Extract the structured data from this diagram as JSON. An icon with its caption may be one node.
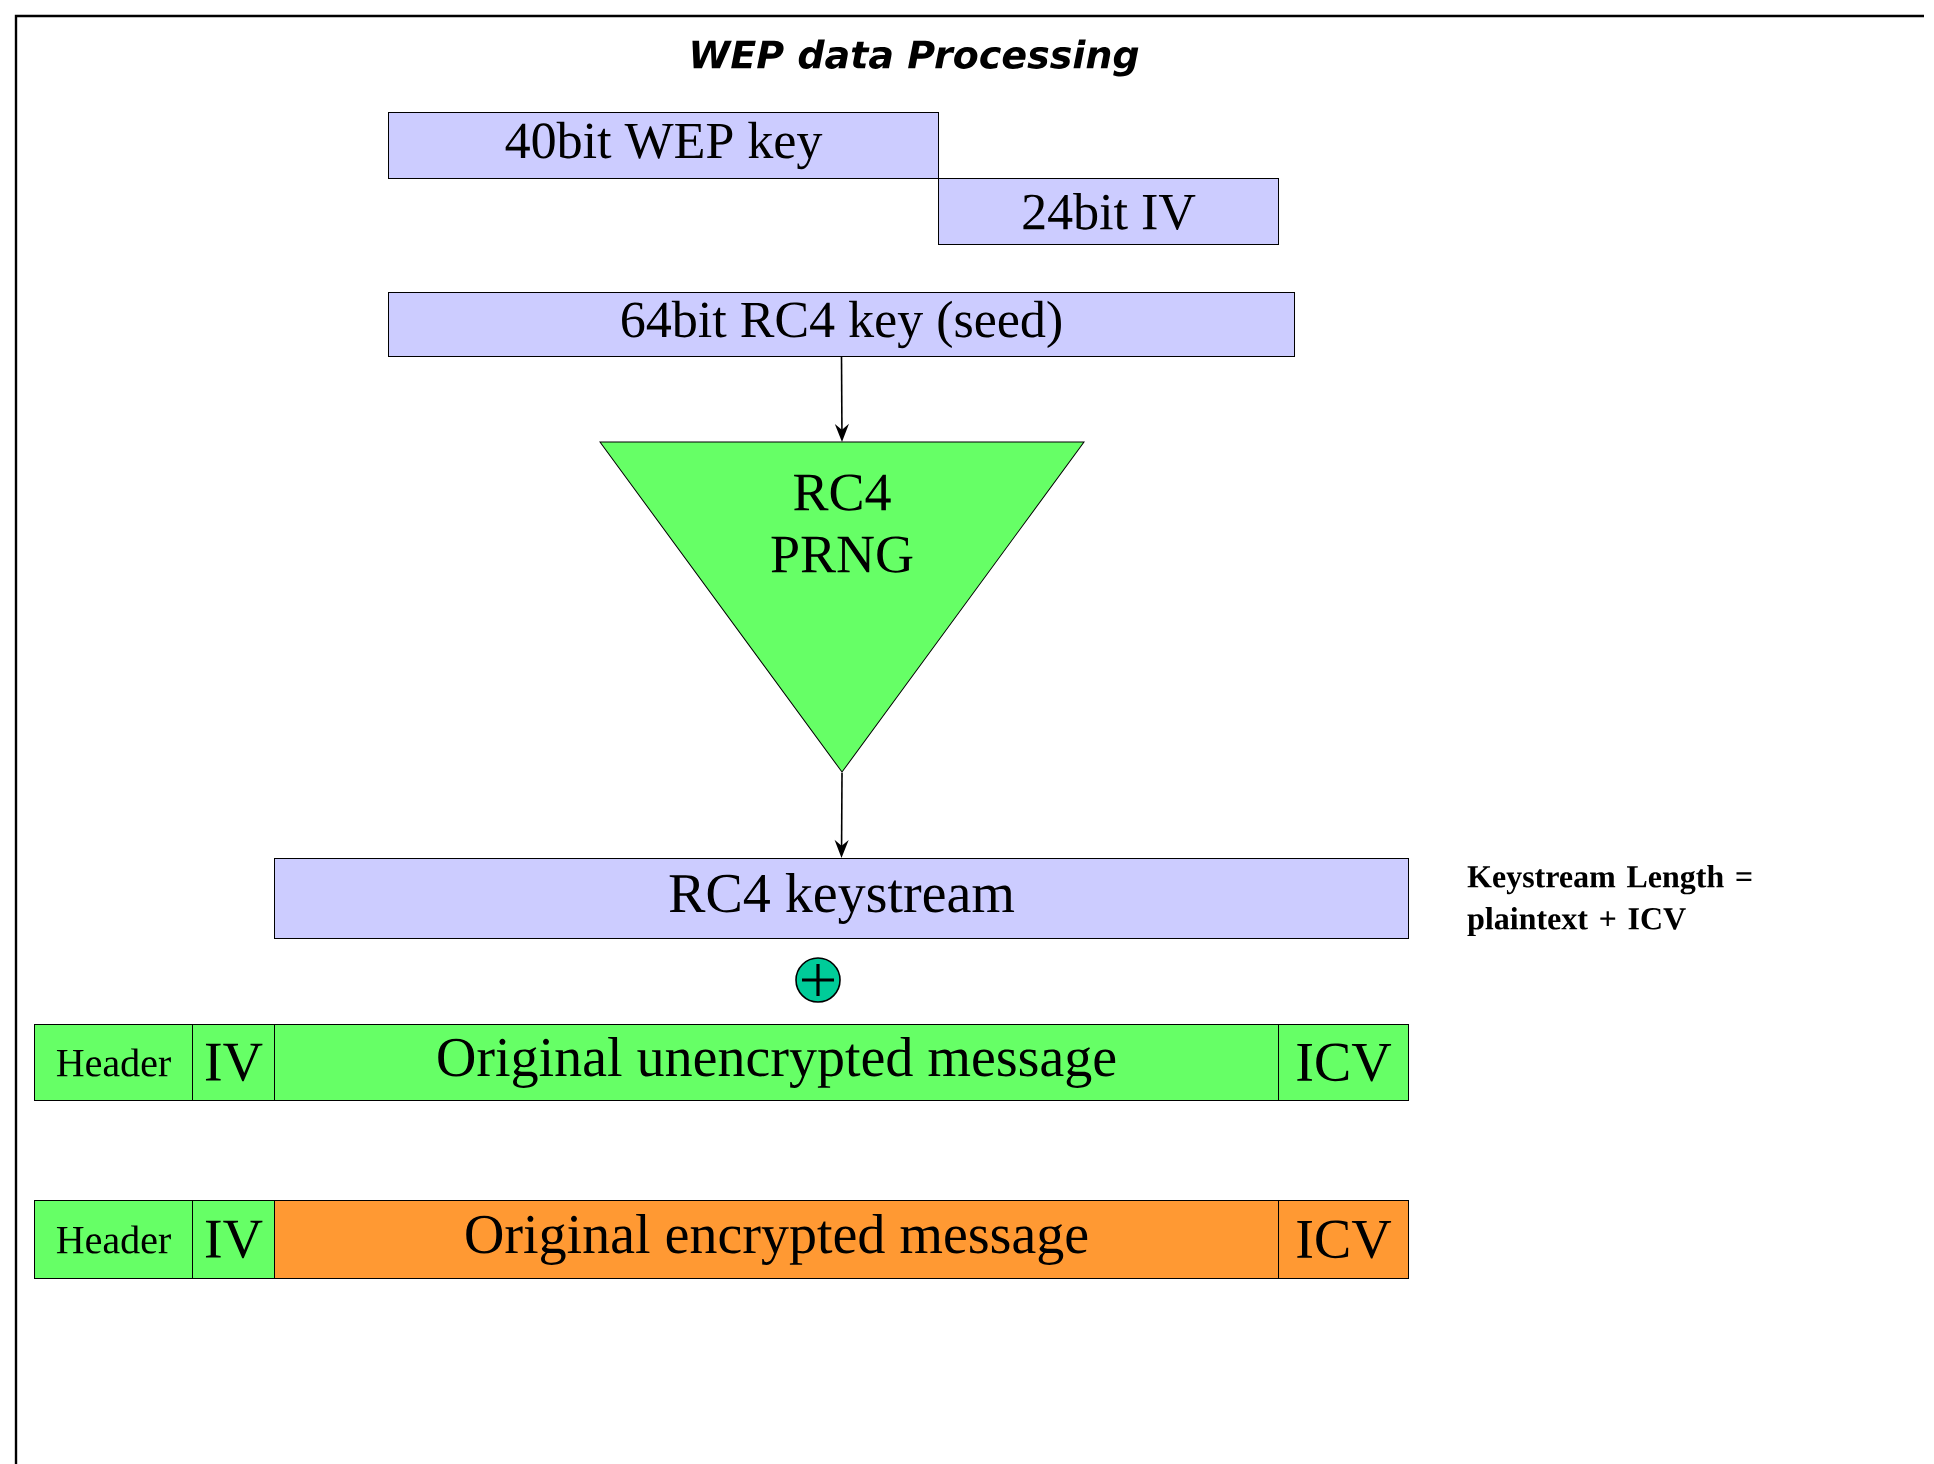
{
  "diagram": {
    "title": "WEP data Processing",
    "nodes": [
      {
        "text": [
          "40bit WEP key"
        ]
      },
      {
        "text": [
          "24bit IV"
        ]
      },
      {
        "text": [
          "64bit RC4 key (seed)"
        ]
      },
      {
        "text": [
          "RC4 PRNG"
        ]
      },
      {
        "text": [
          "RC4 keystream"
        ]
      },
      {
        "text": [
          "Header"
        ]
      },
      {
        "text": [
          "IV"
        ]
      },
      {
        "text": [
          "Original unencrypted message"
        ]
      },
      {
        "text": [
          "ICV"
        ]
      },
      {
        "text": [
          "Header"
        ]
      },
      {
        "text": [
          "IV"
        ]
      },
      {
        "text": [
          "Original encrypted message"
        ]
      },
      {
        "text": [
          "ICV"
        ]
      }
    ],
    "edges": [
      {
        "from": 2,
        "to": 3,
        "arrow": "to"
      },
      {
        "from": 3,
        "to": 4,
        "arrow": "to"
      }
    ],
    "labels": [
      "Keystream Length = plaintext + ICV"
    ]
  }
}
